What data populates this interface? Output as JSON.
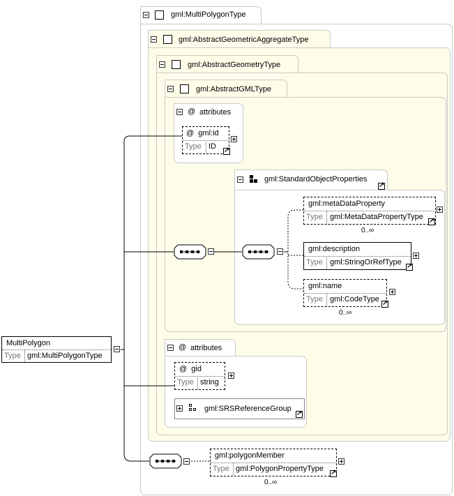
{
  "root": {
    "name": "MultiPolygon",
    "type_label": "Type",
    "type_value": "gml:MultiPolygonType"
  },
  "types": {
    "multipolygon": "gml:MultiPolygonType",
    "aggregate": "gml:AbstractGeometricAggregateType",
    "geometry": "gml:AbstractGeometryType",
    "gml": "gml:AbstractGMLType"
  },
  "gml_attributes": {
    "label": "attributes",
    "at_symbol": "@",
    "id": {
      "name": "gml:id",
      "type_label": "Type",
      "type_value": "ID"
    }
  },
  "standard_props": {
    "label": "gml:StandardObjectProperties",
    "meta": {
      "name": "gml:metaDataProperty",
      "type_label": "Type",
      "type_value": "gml:MetaDataPropertyType",
      "occurs": "0..∞"
    },
    "description": {
      "name": "gml:description",
      "type_label": "Type",
      "type_value": "gml:StringOrRefType"
    },
    "name": {
      "name": "gml:name",
      "type_label": "Type",
      "type_value": "gml:CodeType",
      "occurs": "0..∞"
    }
  },
  "geometry_attributes": {
    "label": "attributes",
    "at_symbol": "@",
    "gid": {
      "name": "gid",
      "type_label": "Type",
      "type_value": "string"
    },
    "srs_group": "gml:SRSReferenceGroup"
  },
  "polygon_member": {
    "name": "gml:polygonMember",
    "type_label": "Type",
    "type_value": "gml:PolygonPropertyType",
    "occurs": "0..∞"
  }
}
